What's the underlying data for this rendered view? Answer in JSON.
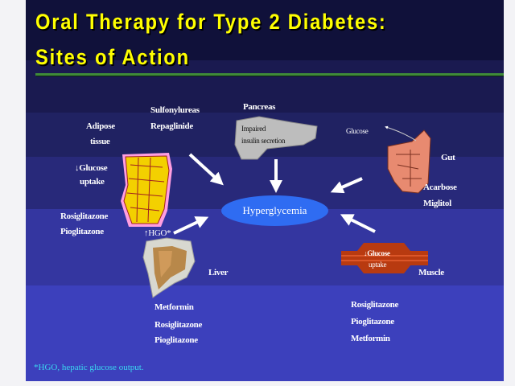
{
  "title": {
    "line1": "Oral Therapy for Type 2 Diabetes:",
    "line2": "Sites of Action"
  },
  "center": "Hyperglycemia",
  "pancreas": {
    "label": "Pancreas",
    "drugs": [
      "Sulfonylureas",
      "Repaglinide"
    ],
    "defect": [
      "Impaired",
      "insulin secretion"
    ]
  },
  "adipose": {
    "label": [
      "Adipose",
      "tissue"
    ],
    "effect": [
      "↓Glucose",
      "uptake"
    ],
    "drugs": [
      "Rosiglitazone",
      "Pioglitazone"
    ]
  },
  "gut": {
    "label": "Gut",
    "glucose": "Glucose",
    "drugs": [
      "Acarbose",
      "Miglitol"
    ]
  },
  "liver": {
    "label": "Liver",
    "effect": "↑HGO*",
    "drugs": [
      "Metformin",
      "Rosiglitazone",
      "Pioglitazone"
    ]
  },
  "muscle": {
    "label": "Muscle",
    "effect": [
      "↓Glucose",
      "uptake"
    ],
    "drugs": [
      "Rosiglitazone",
      "Pioglitazone",
      "Metformin"
    ]
  },
  "footnote": "*HGO, hepatic glucose output.",
  "colors": {
    "title": "#ffff00",
    "ellipse": "#2f6cf2",
    "footnote": "#3ad8f0",
    "rule": "#3f8a3a"
  }
}
